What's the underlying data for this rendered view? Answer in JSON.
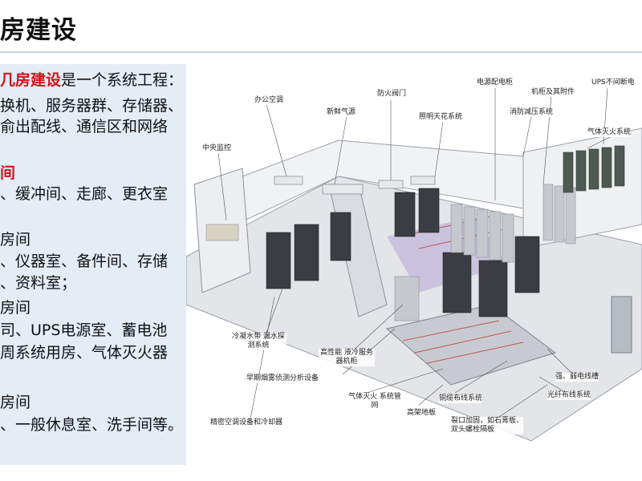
{
  "page": {
    "title": "房建设"
  },
  "left_text": {
    "line1_red": "几房建设",
    "line1_rest": "是一个系统工程：",
    "line2": "换机、服务器群、存储器、",
    "line3": "俞出配线、通信区和网络",
    "line4_red": "间",
    "line5": "、缓冲间、走廊、更衣室",
    "line6": "房间",
    "line7": "、仪器室、备件间、存储",
    "line8": "、资料室；",
    "line9": "房间",
    "line10": "司、UPS电源室、蓄电池",
    "line11": "周系统用房、气体灭火器",
    "line12": "房间",
    "line13": "、一般休息室、洗手间等。"
  },
  "diagram_labels": {
    "office_ac": "办公空调",
    "fresh_air": "新鲜气源",
    "fire_valve": "防火阀门",
    "lighting_ceiling": "照明天花系统",
    "power_cabinet": "电源配电柜",
    "cabinet_accessories": "机柜及其附件",
    "ups": "UPS不间断电",
    "smoke_exhaust": "消防减压系统",
    "gas_fire_system": "气体灭火系统",
    "central_monitor": "中央监控",
    "leak_detection": "冷凝水带\n漏水探测系统",
    "liquid_cooled": "高性能\n液冷服务器机柜",
    "smoke_detection": "早期烟雾侦测分析设备",
    "gas_pipe": "气体灭火\n系统管网",
    "raised_floor": "高架地板",
    "cable_tray": "铜缆布线系统",
    "weak_current": "强、弱电线槽",
    "fiber": "光纤布线系统",
    "wall_reinforce": "裂口加固，如石膏板、\n双头螺栓隔板",
    "precision_ac": "精密空调设备和冷却器"
  }
}
